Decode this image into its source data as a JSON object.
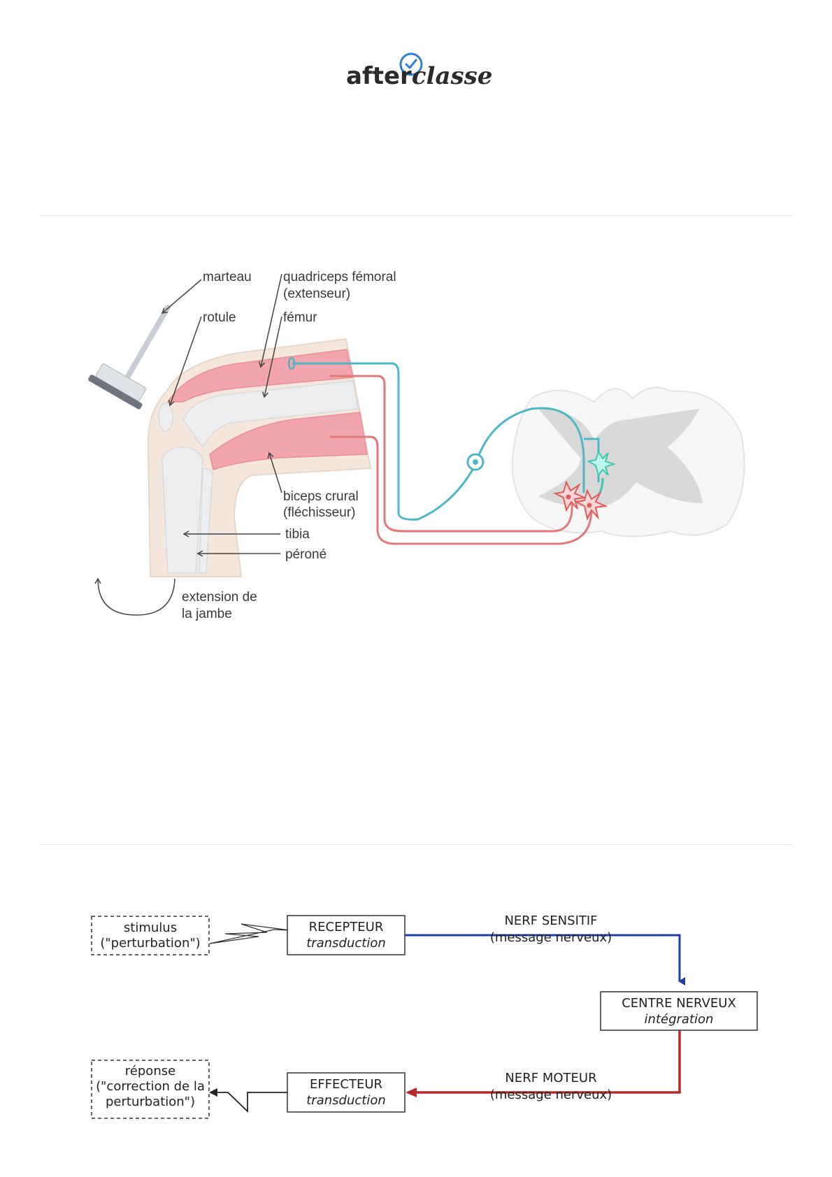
{
  "header": {
    "logo_part1": "after",
    "logo_part2": "classe"
  },
  "reflex_figure": {
    "labels": {
      "marteau": "marteau",
      "quadriceps_line1": "quadriceps fémoral",
      "quadriceps_line2": "(extenseur)",
      "rotule": "rotule",
      "femur": "fémur",
      "biceps_line1": "biceps crural",
      "biceps_line2": "(fléchisseur)",
      "tibia": "tibia",
      "perone": "péroné",
      "extension_line1": "extension de",
      "extension_line2": "la jambe"
    },
    "colors": {
      "muscle": "#f2a5ac",
      "skin": "#f5e7dc",
      "bone": "#eceef0",
      "sensory": "#4fb6c6",
      "motor": "#e07a7a",
      "interneuron": "#3cc9b0",
      "gray_matter": "#d9d9d9"
    }
  },
  "flow_diagram": {
    "stimulus_line1": "stimulus",
    "stimulus_line2": "(\"perturbation\")",
    "recepteur_title": "RECEPTEUR",
    "recepteur_sub": "transduction",
    "nerf_sensitif": "NERF SENSITIF",
    "message_sensitif": "(message nerveux)",
    "centre_title": "CENTRE NERVEUX",
    "centre_sub": "intégration",
    "nerf_moteur": "NERF MOTEUR",
    "message_moteur": "(message nerveux)",
    "effecteur_title": "EFFECTEUR",
    "effecteur_sub": "transduction",
    "reponse_line1": "réponse",
    "reponse_line2": "(\"correction de la",
    "reponse_line3": "perturbation\")",
    "colors": {
      "sensory_arrow": "#1f3fa8",
      "motor_arrow": "#b82a2a"
    }
  }
}
